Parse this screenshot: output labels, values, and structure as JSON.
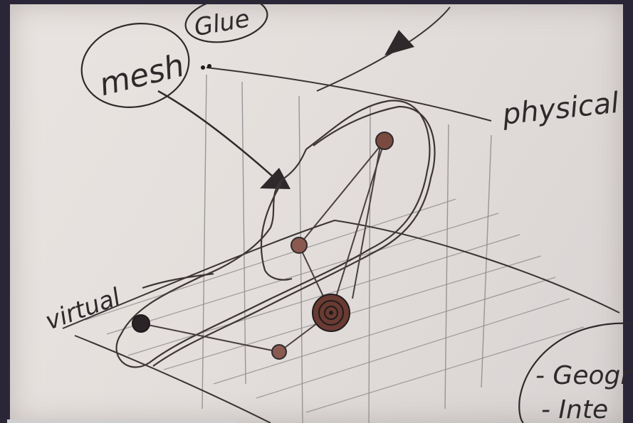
{
  "sketch": {
    "labels": {
      "mesh": "mesh",
      "glue": "Glue",
      "physical": "physical",
      "virtual": "virtual",
      "note_line1": "- Geogr",
      "note_line2": "- Inte"
    }
  },
  "colors": {
    "background": "#2b2637",
    "paper": "#e6e1de",
    "ink": "#2e2a2c",
    "pencil": "#8c8a8c",
    "node_brown": "#6a3b32"
  }
}
